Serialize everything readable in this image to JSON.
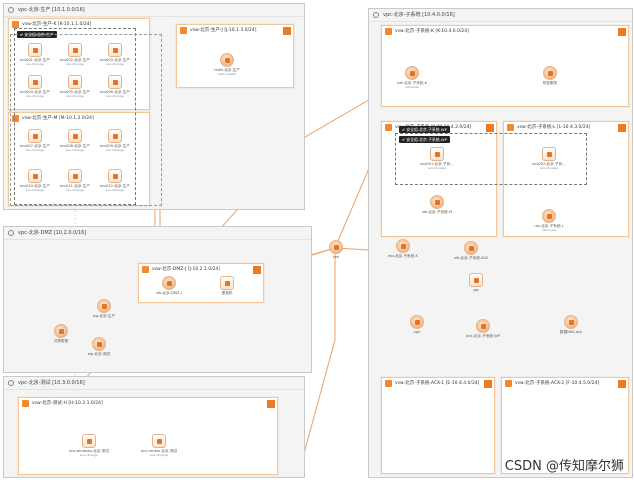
{
  "colors": {
    "accent": "#f08a2c",
    "line": "#f0a060",
    "vpc_bg": "#f4f4f4"
  },
  "vpc_prod": {
    "title": "vpc-北京-生产 [10.1.0.0/16]"
  },
  "vsw_prod_k": {
    "title": "vsw-北京-生产-K [K-10.1.1.0/24]"
  },
  "vsw_prod_m": {
    "title": "vsw-北京-生产-M [M-10.1.2.0/24]"
  },
  "vsw_prod_j": {
    "title": "vsw-北京-生产-J [J-10.1.3.0/24]"
  },
  "sg_prod": {
    "label": "安全组-北京-生产"
  },
  "ecs_k": [
    {
      "name": "ecs001-北京-生产",
      "sub": "ecs.c6.large"
    },
    {
      "name": "ecs002-北京-生产",
      "sub": "ecs.c6.large"
    },
    {
      "name": "ecs003-北京-生产",
      "sub": "ecs.c6.large"
    },
    {
      "name": "ecs004-北京-生产",
      "sub": "ecs.c6.large"
    },
    {
      "name": "ecs005-北京-生产",
      "sub": "ecs.c6.large"
    },
    {
      "name": "ecs006-北京-生产",
      "sub": "ecs.c6.large"
    }
  ],
  "ecs_m": [
    {
      "name": "ecs007-北京-生产",
      "sub": "ecs.c6.large"
    },
    {
      "name": "ecs008-北京-生产",
      "sub": "ecs.c6.large"
    },
    {
      "name": "ecs009-北京-生产",
      "sub": "ecs.c6.large"
    },
    {
      "name": "ecs010-北京-生产",
      "sub": "ecs.c6.large"
    },
    {
      "name": "ecs011-北京-生产",
      "sub": "ecs.c6.large"
    },
    {
      "name": "ecs012-北京-生产",
      "sub": "ecs.c6.large"
    }
  ],
  "redis": {
    "name": "redis-北京-生产",
    "sub": "redis.master"
  },
  "vpc_dmz": {
    "title": "vpc-北京-DMZ [10.2.0.0/16]"
  },
  "vsw_dmz": {
    "title": "vsw-北京-DMZ-J [J-10.2.1.0/24]"
  },
  "slb_dmz": {
    "name": "slb-北京-DMZ-J"
  },
  "fw": {
    "name": "堡垒机"
  },
  "eip_prod": {
    "name": "eip-北京-生产"
  },
  "eip_test": {
    "name": "eip-北京-测试"
  },
  "ops": {
    "name": "共享带宽"
  },
  "cen": {
    "name": "cen"
  },
  "vpc_test": {
    "title": "vpc-北京-测试 [10.3.0.0/16]"
  },
  "vsw_test": {
    "title": "vsw-北京-测试-H [H-10.3.1.0/24]"
  },
  "ecs_test": [
    {
      "name": "ecs-windows-北京-测试",
      "sub": "ecs.c6.large"
    },
    {
      "name": "ecs-centos-北京-测试",
      "sub": "ecs.c6.large"
    }
  ],
  "vpc_sub": {
    "title": "vpc-北京-子系统 [10.4.0.0/16]"
  },
  "vsw_sub_k": {
    "title": "vsw-北京-子系统-K [K-10.4.0.0/24]"
  },
  "nat": {
    "name": "nat-北京-子系统-K",
    "sub": "nat.small"
  },
  "oss": {
    "name": "短信服务"
  },
  "vsw_sub_m": {
    "title": "vsw-北京-子系统-M [M-10.4.2.0/24]"
  },
  "vsw_sub_l": {
    "title": "vsw-北京-子系统-L [L-10.4.3.0/24]"
  },
  "sg_sub_1": {
    "label": "安全组-北京-子系统-WP"
  },
  "sg_sub_2": {
    "label": "安全组-北京-子系统-WP"
  },
  "ecs_sub": [
    {
      "name": "ecs001-北京-子系...",
      "sub": "ecs.c6.large"
    },
    {
      "name": "ecs002-北京-子系...",
      "sub": "ecs.c6.large"
    }
  ],
  "slb_sub": {
    "name": "slb-北京-子系统-M"
  },
  "rds_sub": {
    "name": "rds-北京-子系统-L",
    "sub": "rds.mysql"
  },
  "eip_sub": {
    "name": "eip-北京-子系统-K"
  },
  "slb_sub2": {
    "name": "slb-北京-子系统-SLB"
  },
  "gw": {
    "name": "gw"
  },
  "ack": {
    "name": "ack-北京-子系统-WP"
  },
  "vpn": {
    "name": "vpn"
  },
  "nas": {
    "name": "数据NAS-ack"
  },
  "vsw_ack1": {
    "title": "vsw-北京-子系统-ACK-1 [E-10.4.4.0/24]"
  },
  "vsw_ack2": {
    "title": "vsw-北京-子系统-ACK-2 [F-10.4.5.0/24]"
  },
  "watermark": "CSDN @传知摩尔狮"
}
